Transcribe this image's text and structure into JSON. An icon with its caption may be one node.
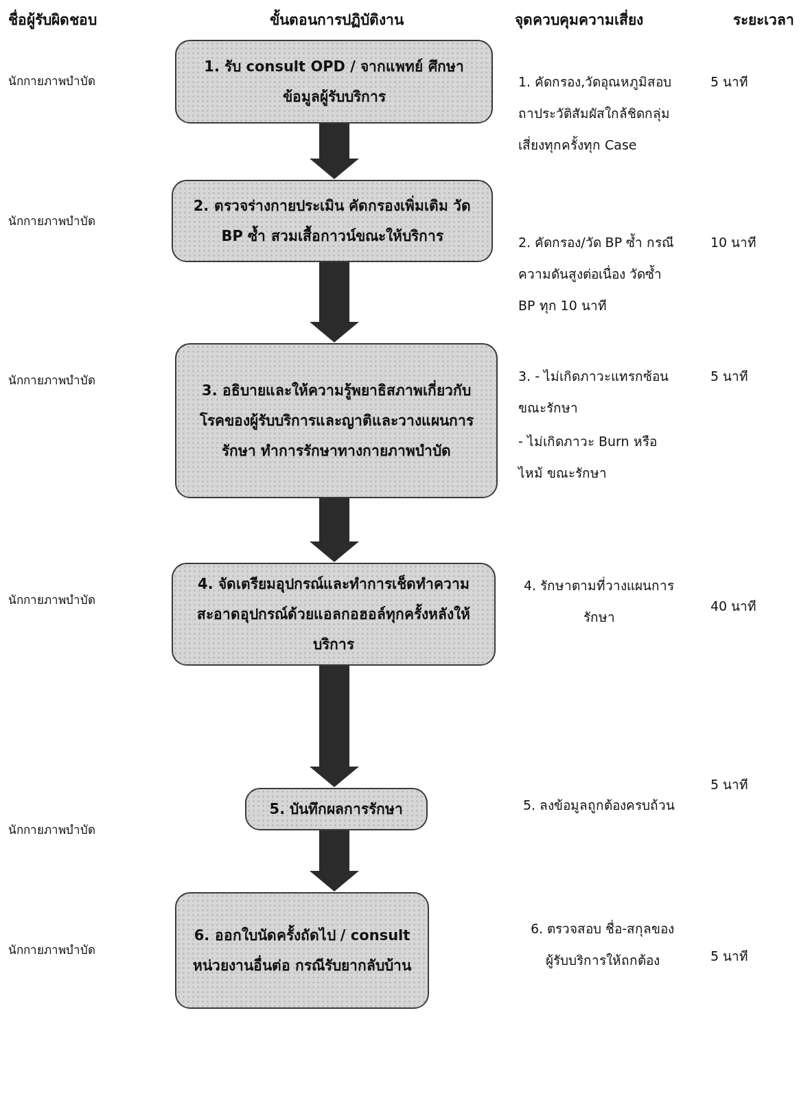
{
  "diagram": {
    "nodes": [
      {
        "text": [
          "1. รับ consult OPD / จากแพทย์ ศึกษาข้อมูลผู้รับบริการ"
        ]
      },
      {
        "text": [
          "2. ตรวจร่างกายประเมิน คัดกรองเพิ่มเติม วัด BP ซ้ำ สวมเสื้อกาวน์ขณะให้บริการ"
        ]
      },
      {
        "text": [
          "3. อธิบายและให้ความรู้พยาธิสภาพเกี่ยวกับโรคของผู้รับบริการและญาติและวางแผนการรักษา ทำการรักษาทางกายภาพบำบัด"
        ]
      },
      {
        "text": [
          "4. จัดเตรียมอุปกรณ์และทำการเช็ดทำความสะอาดอุปกรณ์ด้วยแอลกอฮอล์ทุกครั้งหลังให้บริการ"
        ]
      },
      {
        "text": [
          "5. บันทึกผลการรักษา"
        ]
      },
      {
        "text": [
          "6. ออกใบนัดครั้งถัดไป / consult หน่วยงานอื่นต่อ กรณีรับยากลับบ้าน"
        ]
      }
    ],
    "edges": [
      {
        "from": 0,
        "to": 1,
        "arrow": "to"
      },
      {
        "from": 1,
        "to": 2,
        "arrow": "to"
      },
      {
        "from": 2,
        "to": 3,
        "arrow": "to"
      },
      {
        "from": 3,
        "to": 4,
        "arrow": "to"
      },
      {
        "from": 4,
        "to": 5,
        "arrow": "to"
      }
    ],
    "labels": [
      "ชื่อผู้รับผิดชอบ",
      "ขั้นตอนการปฏิบัติงาน",
      "จุดควบคุมความเสี่ยง",
      "ระยะเวลา",
      "นักกายภาพบำบัด",
      "1. คัดกรอง,วัดอุณหภูมิสอบถาประวัติสัมผัสใกล้ชิดกลุ่มเสี่ยงทุกครั้งทุก Case",
      "5 นาที",
      "นักกายภาพบำบัด",
      "2. คัดกรอง/วัด BP ซ้ำ กรณีความดันสูงต่อเนื่อง วัดซ้ำ BP ทุก 10 นาที",
      "10 นาที",
      "นักกายภาพบำบัด",
      "3. - ไม่เกิดภาวะแทรกซ้อนขณะรักษา",
      "- ไม่เกิดภาวะ Burn หรือไหม้ ขณะรักษา",
      "5 นาที",
      "นักกายภาพบำบัด",
      "4. รักษาตามที่วางแผนการรักษา",
      "40 นาที",
      "5 นาที",
      "นักกายภาพบำบัด",
      "5. ลงข้อมูลถูกต้องครบถ้วน",
      "นักกายภาพบำบัด",
      "6. ตรวจสอบ ชื่อ-สกุลของ ผู้รับบริการให้ถกต้อง",
      "5 นาที"
    ]
  }
}
